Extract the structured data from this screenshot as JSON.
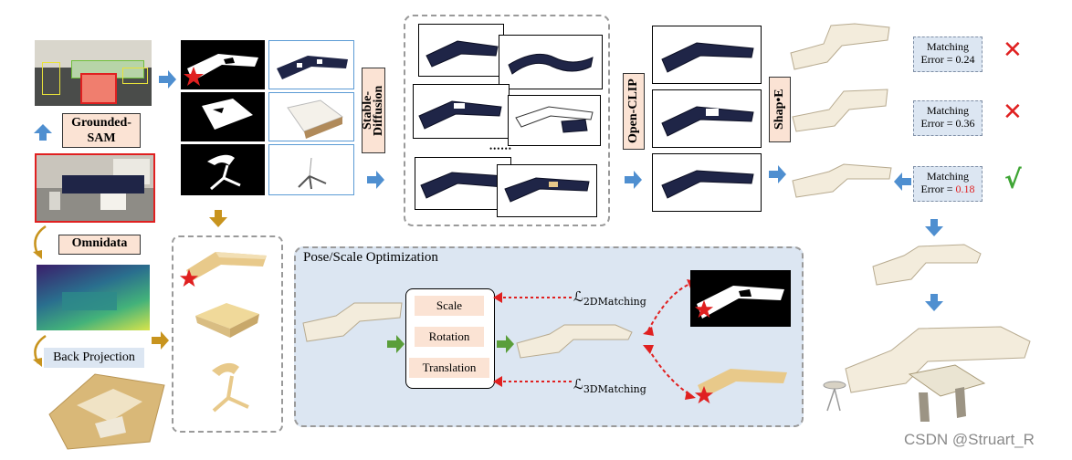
{
  "labels": {
    "grounded_sam": "Grounded-SAM",
    "omnidata": "Omnidata",
    "back_projection": "Back Projection",
    "stable_diffusion": "Stable-Diffusion",
    "open_clip": "Open-CLIP",
    "shap_e": "Shap•E",
    "pose_scale_title": "Pose/Scale Optimization",
    "scale": "Scale",
    "rotation": "Rotation",
    "translation": "Translation",
    "loss_2d": "ℒ",
    "loss_2d_sub": "2DMatching",
    "loss_3d": "ℒ",
    "loss_3d_sub": "3DMatching",
    "dots": "••••••"
  },
  "matching": [
    {
      "label": "Matching",
      "error_prefix": "Error = ",
      "error_value": "0.24",
      "highlight": false,
      "result": "✕",
      "result_color": "#e02020"
    },
    {
      "label": "Matching",
      "error_prefix": "Error = ",
      "error_value": "0.36",
      "highlight": false,
      "result": "✕",
      "result_color": "#e02020"
    },
    {
      "label": "Matching",
      "error_prefix": "Error = ",
      "error_value": "0.18",
      "highlight": true,
      "result": "√",
      "result_color": "#3fa535"
    }
  ],
  "watermark": "CSDN @Struart_R",
  "colors": {
    "blue_arrow": "#4f8fd0",
    "gold_arrow": "#c8941e",
    "green_arrow": "#5a9e3a",
    "red_dashed": "#e02020",
    "panel_bg": "#dce6f2",
    "peach": "#fbe3d4"
  }
}
